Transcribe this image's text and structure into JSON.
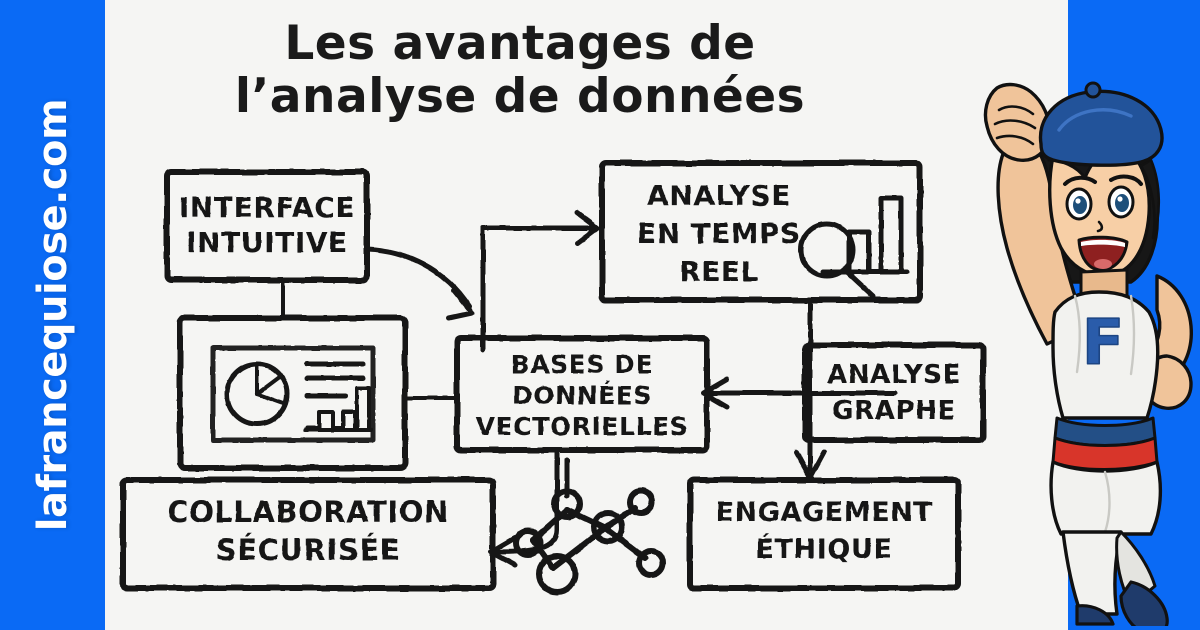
{
  "brand": {
    "site_name": "lafrancequiose.com",
    "bar_color": "#0a6af5"
  },
  "colors": {
    "brand_blue": "#0a6af5",
    "paper": "#f5f5f3",
    "ink": "#161616",
    "mascot_hat_blue": "#1f4f96",
    "mascot_belt_red": "#d8352a",
    "mascot_logo_blue": "#2a5caa"
  },
  "header": {
    "title_line1": "Les avantages de",
    "title_line2": "l’analyse de données"
  },
  "diagram": {
    "type": "flowchart",
    "style": "hand-drawn marker sketch",
    "nodes": [
      {
        "id": "interface",
        "label_line1": "INTERFACE",
        "label_line2": "INTUITIVE",
        "label_line3": ""
      },
      {
        "id": "dashboard",
        "label_line1": "",
        "label_line2": "",
        "label_line3": "",
        "icon": "dashboard-chart-icon"
      },
      {
        "id": "temps_reel",
        "label_line1": "ANALYSE",
        "label_line2": "EN TEMPS",
        "label_line3": "REEL",
        "icon": "magnifier-barchart-icon"
      },
      {
        "id": "bases",
        "label_line1": "BASES DE",
        "label_line2": "DONNÉES",
        "label_line3": "VECTORIELLES"
      },
      {
        "id": "graphe",
        "label_line1": "ANALYSE",
        "label_line2": "GRAPHE",
        "label_line3": ""
      },
      {
        "id": "collab",
        "label_line1": "COLLABORATION",
        "label_line2": "SÉCURISÉE",
        "label_line3": ""
      },
      {
        "id": "ethique",
        "label_line1": "ENGAGEMENT",
        "label_line2": "ÉTHIQUE",
        "label_line3": ""
      }
    ],
    "decorations": [
      {
        "id": "network-graph-icon",
        "name": "network-graph-icon"
      }
    ],
    "edges": [
      {
        "from": "interface",
        "to": "dashboard",
        "kind": "line"
      },
      {
        "from": "interface",
        "to": "bases",
        "kind": "curved-arrow"
      },
      {
        "from": "bases",
        "to": "temps_reel",
        "kind": "elbow-arrow"
      },
      {
        "from": "dashboard",
        "to": "bases",
        "kind": "line"
      },
      {
        "from": "graphe",
        "to": "bases",
        "kind": "arrow"
      },
      {
        "from": "temps_reel",
        "to": "ethique",
        "kind": "arrow"
      },
      {
        "from": "bases",
        "to": "collab",
        "kind": "curved-arrow"
      }
    ]
  },
  "mascot": {
    "name": "france-mascot-character",
    "chest_logo": "F",
    "pose": "raised fist cheering",
    "hat": "blue beret"
  }
}
